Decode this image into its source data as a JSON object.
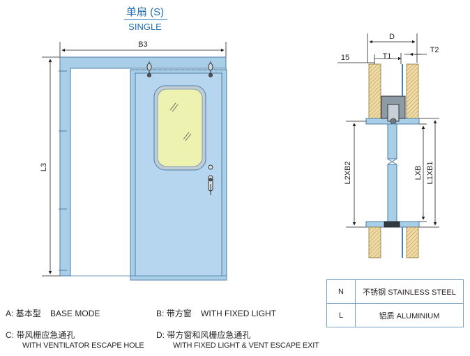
{
  "title": {
    "zh": "单扇 (S)",
    "en": "SINGLE"
  },
  "front_view": {
    "width_dim": "B3",
    "height_dim": "L3"
  },
  "section_view": {
    "depth_dim": "D",
    "frame_offset_dim": "15",
    "leaf_thickness_dim": "T1",
    "gap_dim": "T2",
    "clear_height_dim": "L2XB2",
    "leaf_dim_a": "LXB",
    "leaf_dim_b": "L1XB1"
  },
  "legend": {
    "a": {
      "letter": "A:",
      "zh": "基本型",
      "en": "BASE MODE"
    },
    "b": {
      "letter": "B:",
      "zh": "带方窗",
      "en": "WITH FIXED LIGHT"
    },
    "c": {
      "letter": "C:",
      "zh": "带风栅应急通孔",
      "en": "WITH VENTILATOR ESCAPE HOLE"
    },
    "d": {
      "letter": "D:",
      "zh": "带方窗和风栅应急通孔",
      "en": "WITH FIXED LIGHT & VENT ESCAPE EXIT"
    }
  },
  "materials": [
    {
      "code": "N",
      "desc": "不锈钢 STAINLESS STEEL"
    },
    {
      "code": "L",
      "desc": "铝质 ALUMINIUM"
    }
  ],
  "colors": {
    "frame_blue": "#a9cfe8",
    "door_blue": "#b5d6ee",
    "window_yellow": "#eef2b0",
    "outline": "#4d7ea8",
    "title_blue": "#1f6fb4",
    "insulation": "#e9d7a6"
  }
}
